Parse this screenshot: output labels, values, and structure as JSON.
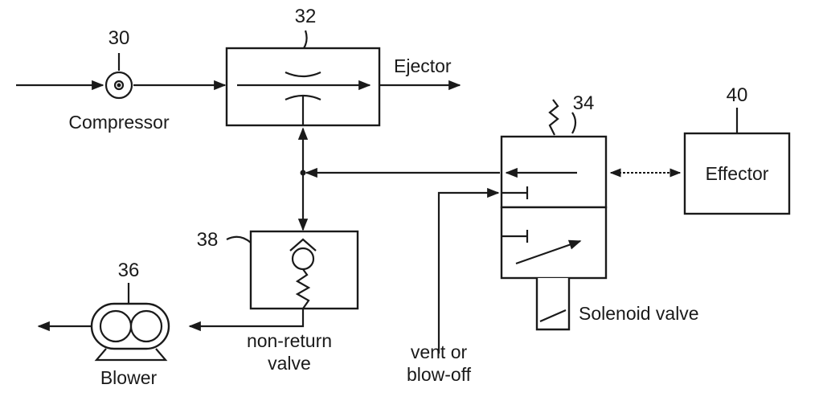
{
  "components": {
    "compressor": {
      "ref": "30",
      "label": "Compressor"
    },
    "ejector": {
      "ref": "32",
      "label": "Ejector"
    },
    "solenoid_valve": {
      "ref": "34",
      "label": "Solenoid valve"
    },
    "blower": {
      "ref": "36",
      "label": "Blower"
    },
    "non_return_valve": {
      "ref": "38",
      "label_line1": "non-return",
      "label_line2": "valve"
    },
    "effector": {
      "ref": "40",
      "label": "Effector"
    },
    "vent": {
      "label_line1": "vent or",
      "label_line2": "blow-off"
    }
  },
  "colors": {
    "ink": "#1a1a1a",
    "background": "#ffffff"
  }
}
